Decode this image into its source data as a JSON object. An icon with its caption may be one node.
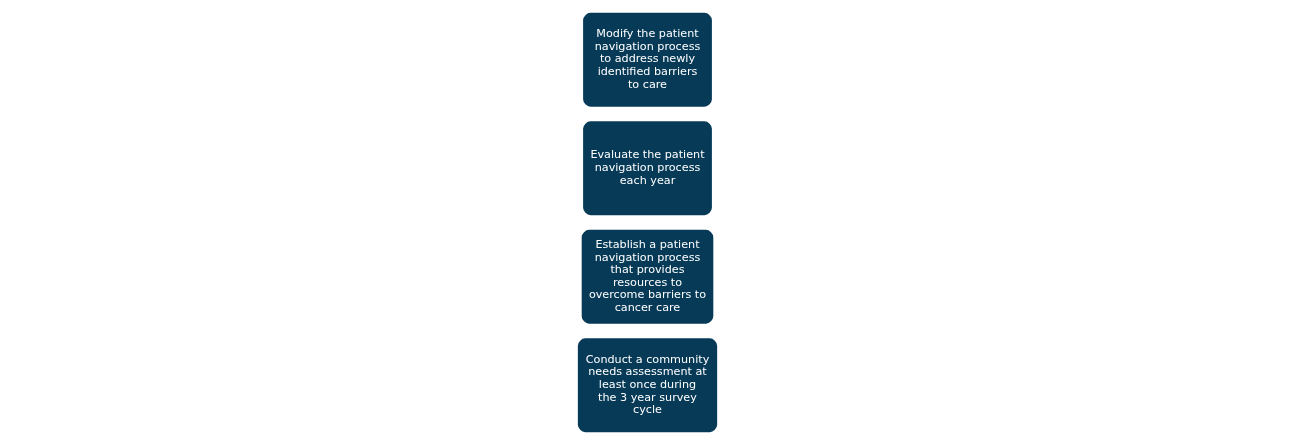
{
  "diagram": {
    "nodes": [
      {
        "text": [
          "Conduct a community needs assessment at least once during the 3 year survey cycle"
        ]
      },
      {
        "text": [
          "Establish a patient navigation process that provides resources to overcome barriers to cancer care"
        ]
      },
      {
        "text": [
          "Evaluate the patient navigation process each year"
        ]
      },
      {
        "text": [
          "Modify the patient navigation process to address newly identified barriers to care"
        ]
      }
    ]
  }
}
